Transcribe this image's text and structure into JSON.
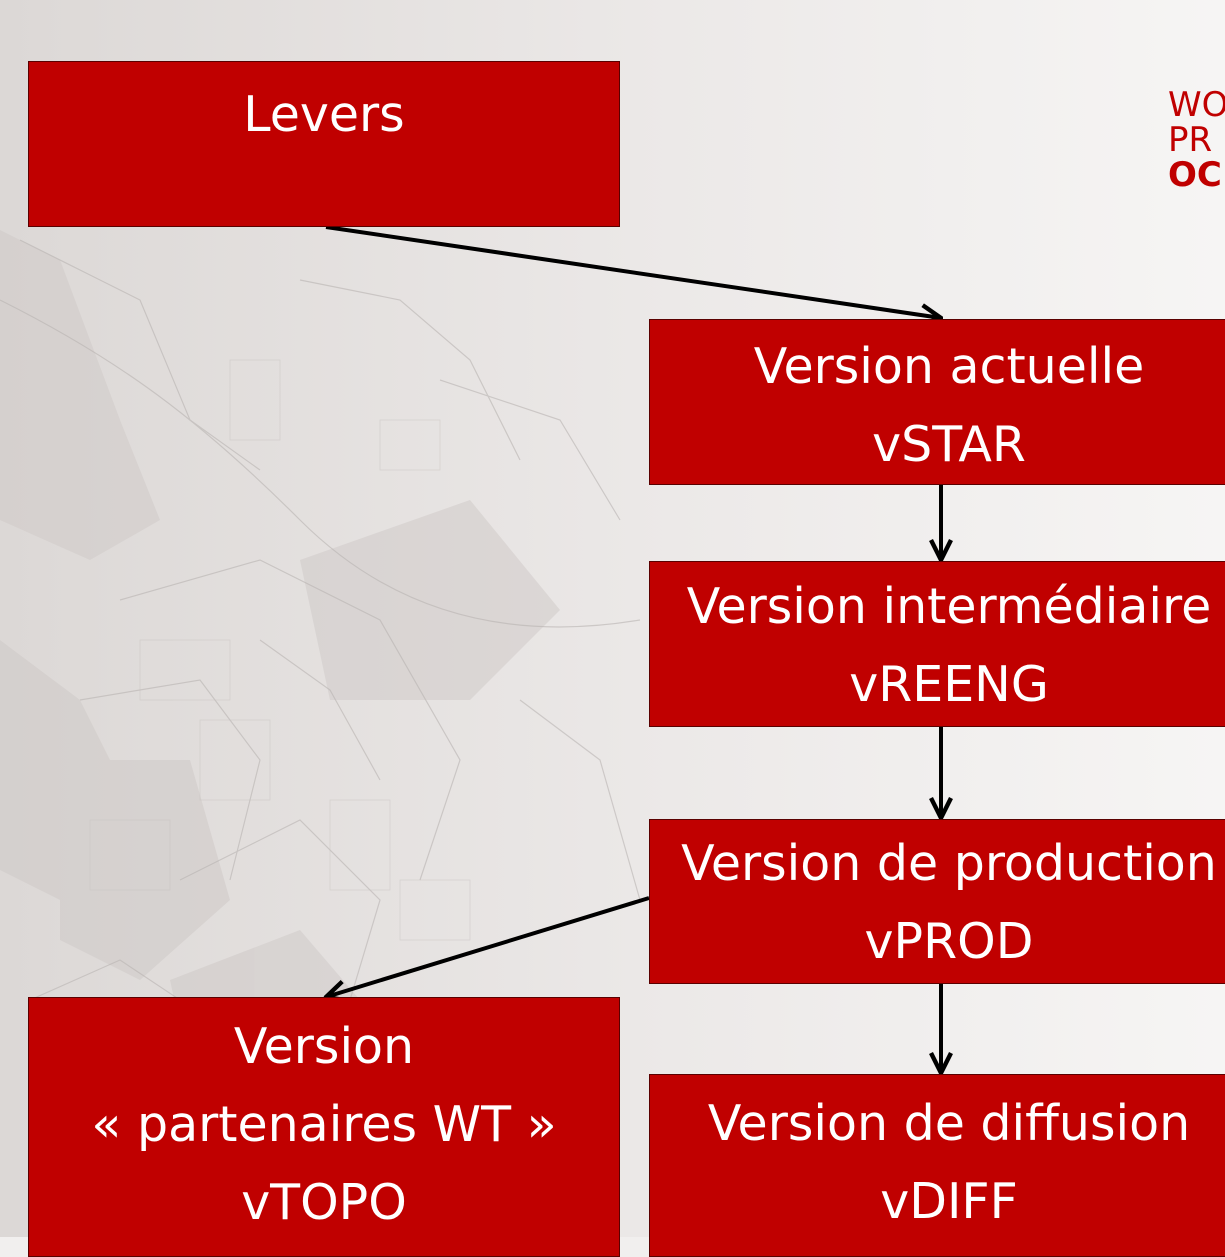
{
  "diagram": {
    "nodes": [
      {
        "id": "levers",
        "lines": [
          "Levers"
        ]
      },
      {
        "id": "vstar",
        "lines": [
          "Version actuelle",
          "vSTAR"
        ]
      },
      {
        "id": "vreeng",
        "lines": [
          "Version intermédiaire",
          "vREENG"
        ]
      },
      {
        "id": "vprod",
        "lines": [
          "Version de production",
          "vPROD"
        ]
      },
      {
        "id": "vtopo",
        "lines": [
          "Version",
          "« partenaires WT »",
          "vTOPO"
        ]
      },
      {
        "id": "vdiff",
        "lines": [
          "Version de diffusion",
          "vDIFF"
        ]
      }
    ],
    "edges": [
      {
        "from": "levers",
        "to": "vstar"
      },
      {
        "from": "vstar",
        "to": "vreeng"
      },
      {
        "from": "vreeng",
        "to": "vprod"
      },
      {
        "from": "vprod",
        "to": "vtopo"
      },
      {
        "from": "vprod",
        "to": "vdiff"
      }
    ]
  },
  "corner_text": {
    "line1": "WO",
    "line2": "PR",
    "line3": "OC"
  },
  "colors": {
    "box_fill": "#c00000",
    "box_text": "#ffffff",
    "arrow": "#000000",
    "background": "#f1efee"
  }
}
